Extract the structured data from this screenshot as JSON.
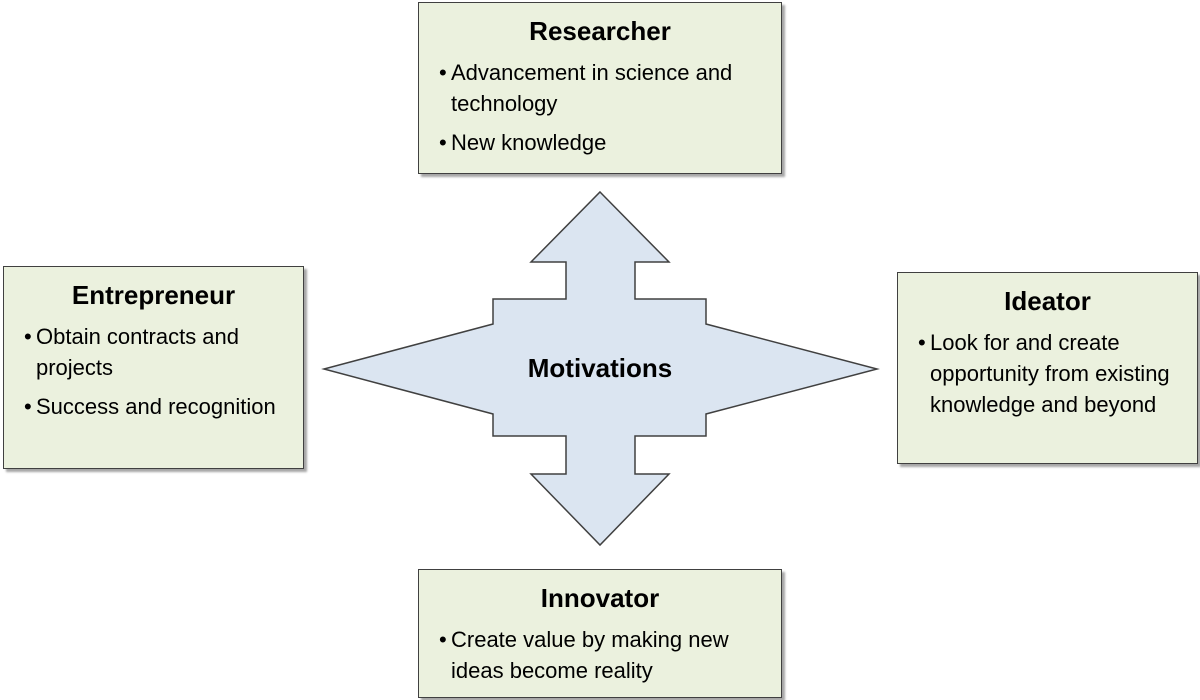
{
  "center": {
    "label": "Motivations"
  },
  "boxes": {
    "researcher": {
      "title": "Researcher",
      "items": [
        "Advancement in science and technology",
        "New knowledge"
      ]
    },
    "entrepreneur": {
      "title": "Entrepreneur",
      "items": [
        "Obtain contracts and projects",
        "Success and recognition"
      ]
    },
    "ideator": {
      "title": "Ideator",
      "items": [
        "Look for and create opportunity from existing knowledge and beyond"
      ]
    },
    "innovator": {
      "title": "Innovator",
      "items": [
        "Create value by making new ideas become reality"
      ]
    }
  },
  "colors": {
    "box_fill": "#ebf1de",
    "arrow_fill": "#dbe5f1",
    "outline": "#404040"
  }
}
